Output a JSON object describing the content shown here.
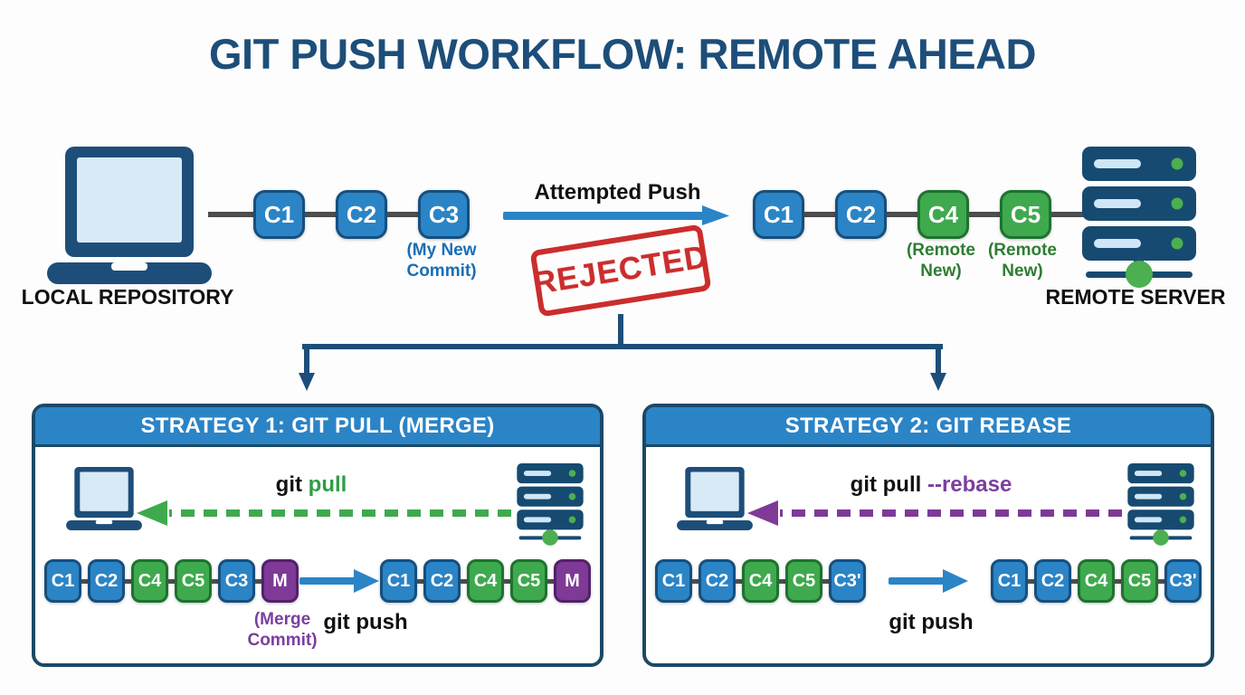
{
  "title": "GIT PUSH WORKFLOW: REMOTE AHEAD",
  "colors": {
    "title_navy": "#1d4e79",
    "commit_blue": "#2b84c6",
    "commit_green": "#3fa94e",
    "commit_purple": "#7e3a96",
    "stamp_red": "#cc2d2d",
    "pull_green": "#2f9e44",
    "rebase_purple": "#7b3f9e",
    "connector_gray": "#4d4d4d",
    "panel_border_navy": "#1b4965"
  },
  "top": {
    "local_label": "LOCAL REPOSITORY",
    "remote_label": "REMOTE SERVER",
    "attempted_push_label": "Attempted Push",
    "rejected_stamp": "REJECTED",
    "local_commits": [
      {
        "id": "C1"
      },
      {
        "id": "C2"
      },
      {
        "id": "C3",
        "note": "(My New Commit)"
      }
    ],
    "remote_commits": [
      {
        "id": "C1"
      },
      {
        "id": "C2"
      },
      {
        "id": "C4",
        "note": "(Remote New)"
      },
      {
        "id": "C5",
        "note": "(Remote New)"
      }
    ]
  },
  "strategies": [
    {
      "title": "STRATEGY 1: GIT PULL (MERGE)",
      "cmd_prefix": "git ",
      "cmd_suffix": "pull",
      "before": [
        {
          "id": "C1"
        },
        {
          "id": "C2"
        },
        {
          "id": "C4"
        },
        {
          "id": "C5"
        },
        {
          "id": "C3"
        },
        {
          "id": "M",
          "note": "(Merge Commit)"
        }
      ],
      "after": [
        {
          "id": "C1"
        },
        {
          "id": "C2"
        },
        {
          "id": "C4"
        },
        {
          "id": "C5"
        },
        {
          "id": "M"
        }
      ],
      "merge_note": "(Merge Commit)",
      "push_label": "git push"
    },
    {
      "title": "STRATEGY 2: GIT REBASE",
      "cmd_prefix": "git pull ",
      "cmd_suffix": "--rebase",
      "before": [
        {
          "id": "C1"
        },
        {
          "id": "C2"
        },
        {
          "id": "C4"
        },
        {
          "id": "C5"
        },
        {
          "id": "C3'"
        }
      ],
      "after": [
        {
          "id": "C1"
        },
        {
          "id": "C2"
        },
        {
          "id": "C4"
        },
        {
          "id": "C5"
        },
        {
          "id": "C3'"
        }
      ],
      "push_label": "git push"
    }
  ]
}
